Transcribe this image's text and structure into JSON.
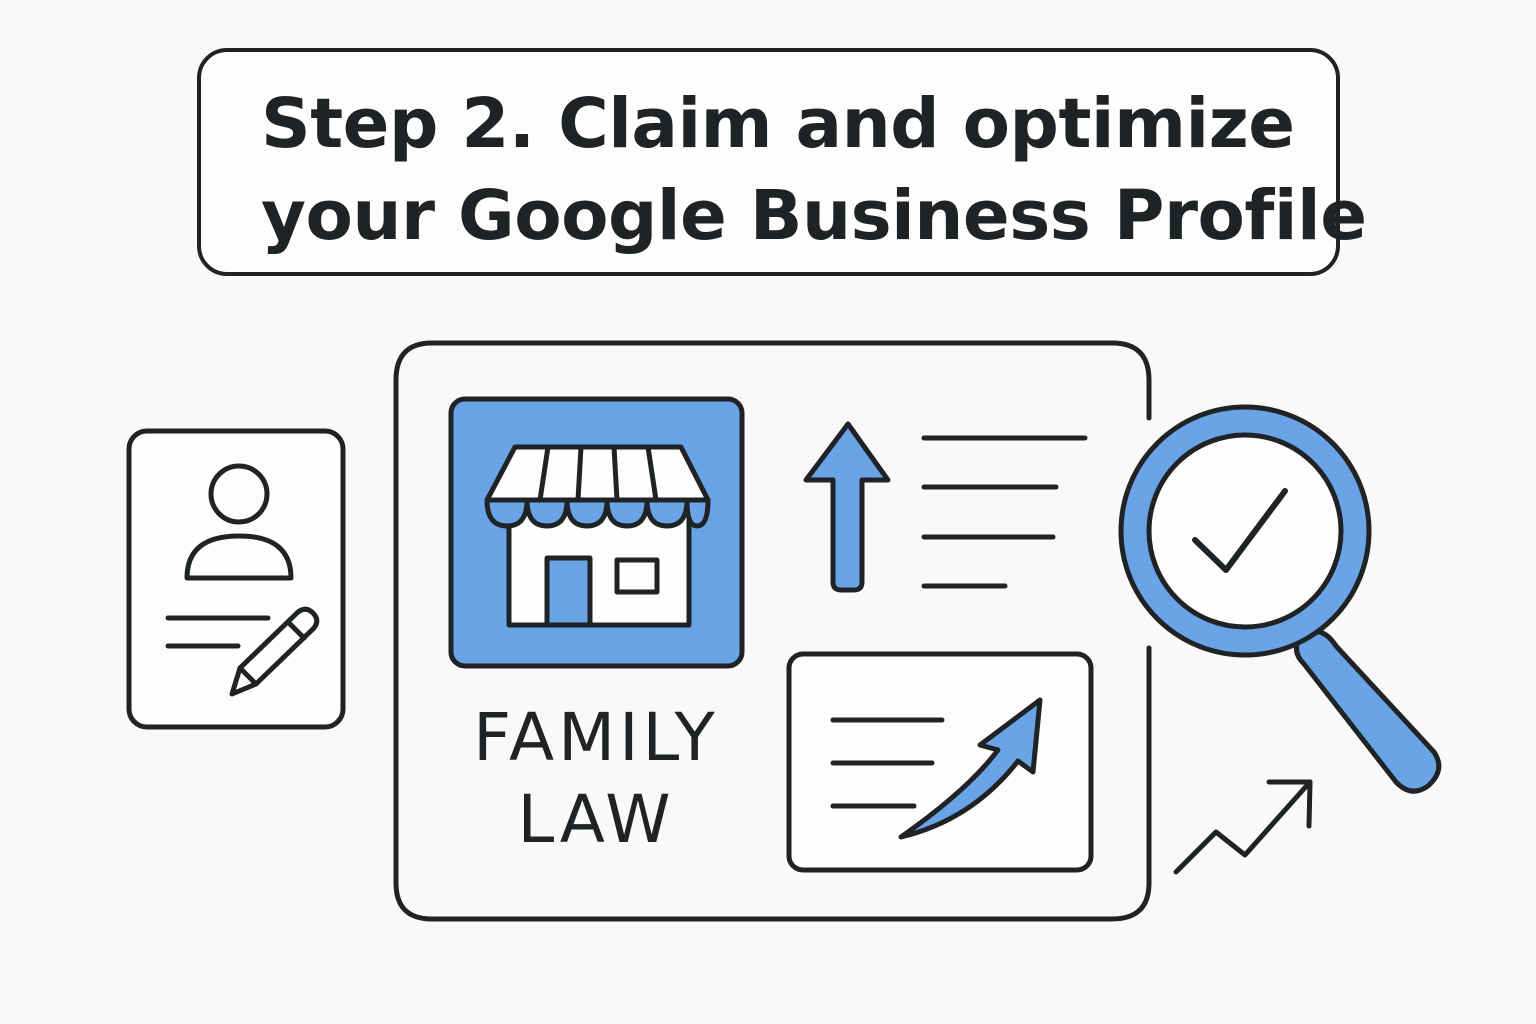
{
  "title": {
    "line1": "Step 2. Claim and optimize",
    "line2": "your Google Business Profile"
  },
  "storefront_label": {
    "line1": "FAMILY",
    "line2": "LAW"
  },
  "icons": [
    "profile-form-icon",
    "storefront-icon",
    "up-arrow-icon",
    "text-lines-icon",
    "growth-chart-card-icon",
    "magnifier-check-icon",
    "trend-arrow-icon"
  ],
  "colors": {
    "ink": "#1f2326",
    "accent": "#6aa3e6",
    "background": "#f9f9f7"
  }
}
